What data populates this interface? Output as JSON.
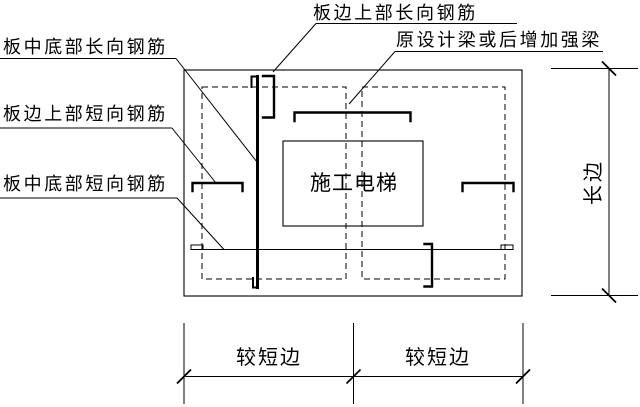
{
  "drawing": {
    "callouts": {
      "left": [
        {
          "label": "板中底部长向钢筋"
        },
        {
          "label": "板边上部短向钢筋"
        },
        {
          "label": "板中底部短向钢筋"
        }
      ],
      "top": [
        {
          "label": "板边上部长向钢筋"
        },
        {
          "label": "原设计梁或后增加强梁"
        }
      ]
    },
    "elevator_label": "施工电梯",
    "dimensions": {
      "long_side": "长边",
      "short_side_left": "较短边",
      "short_side_right": "较短边"
    },
    "colors": {
      "line": "#000000",
      "background": "#ffffff"
    }
  }
}
